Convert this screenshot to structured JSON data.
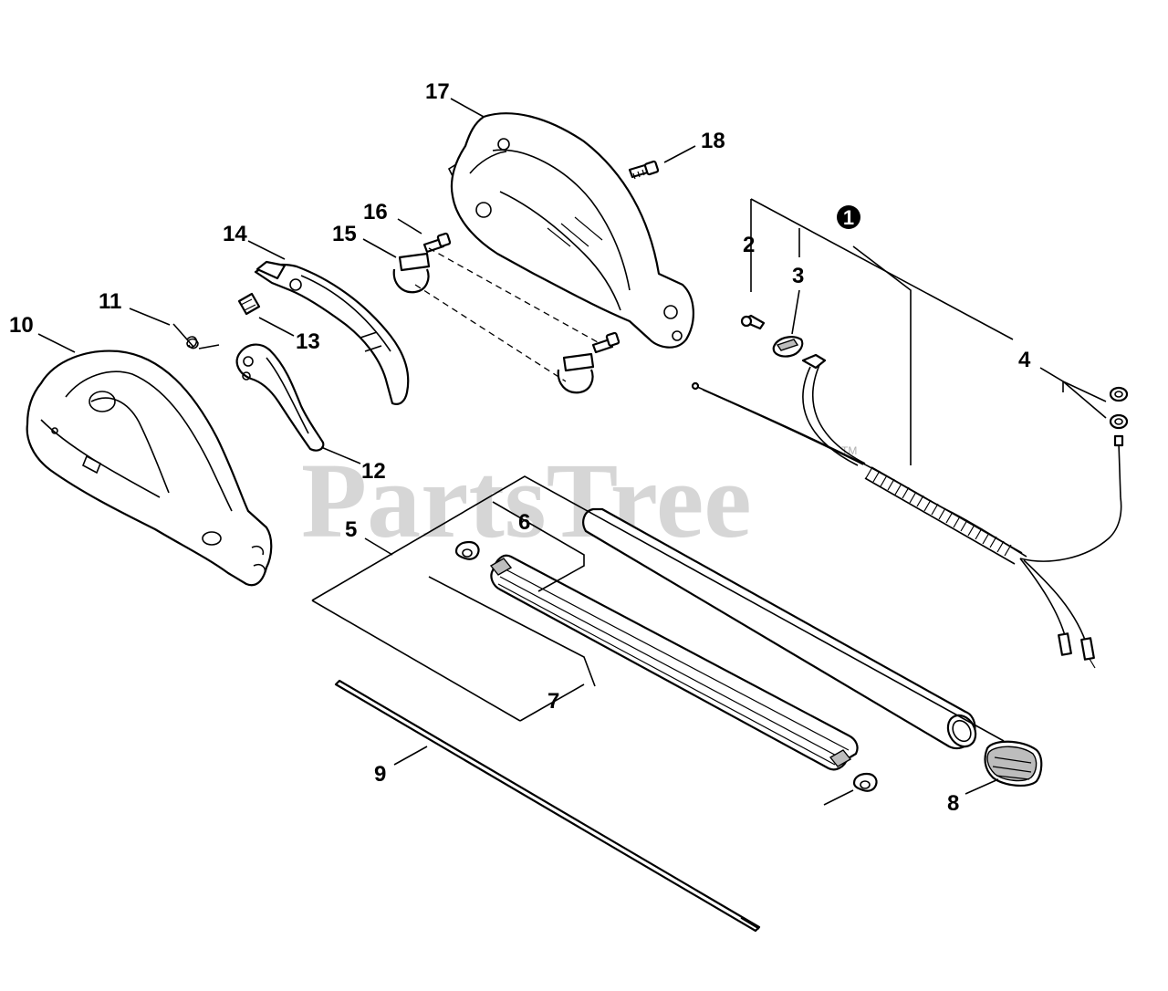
{
  "watermark": {
    "text": "PartsTree",
    "tm": "TM"
  },
  "kit_label": "1",
  "callouts": {
    "c2": "2",
    "c3": "3",
    "c4": "4",
    "c5": "5",
    "c6": "6",
    "c7": "7",
    "c8": "8",
    "c9": "9",
    "c10": "10",
    "c11": "11",
    "c12": "12",
    "c13": "13",
    "c14": "14",
    "c15": "15",
    "c16": "16",
    "c17": "17",
    "c18": "18"
  }
}
